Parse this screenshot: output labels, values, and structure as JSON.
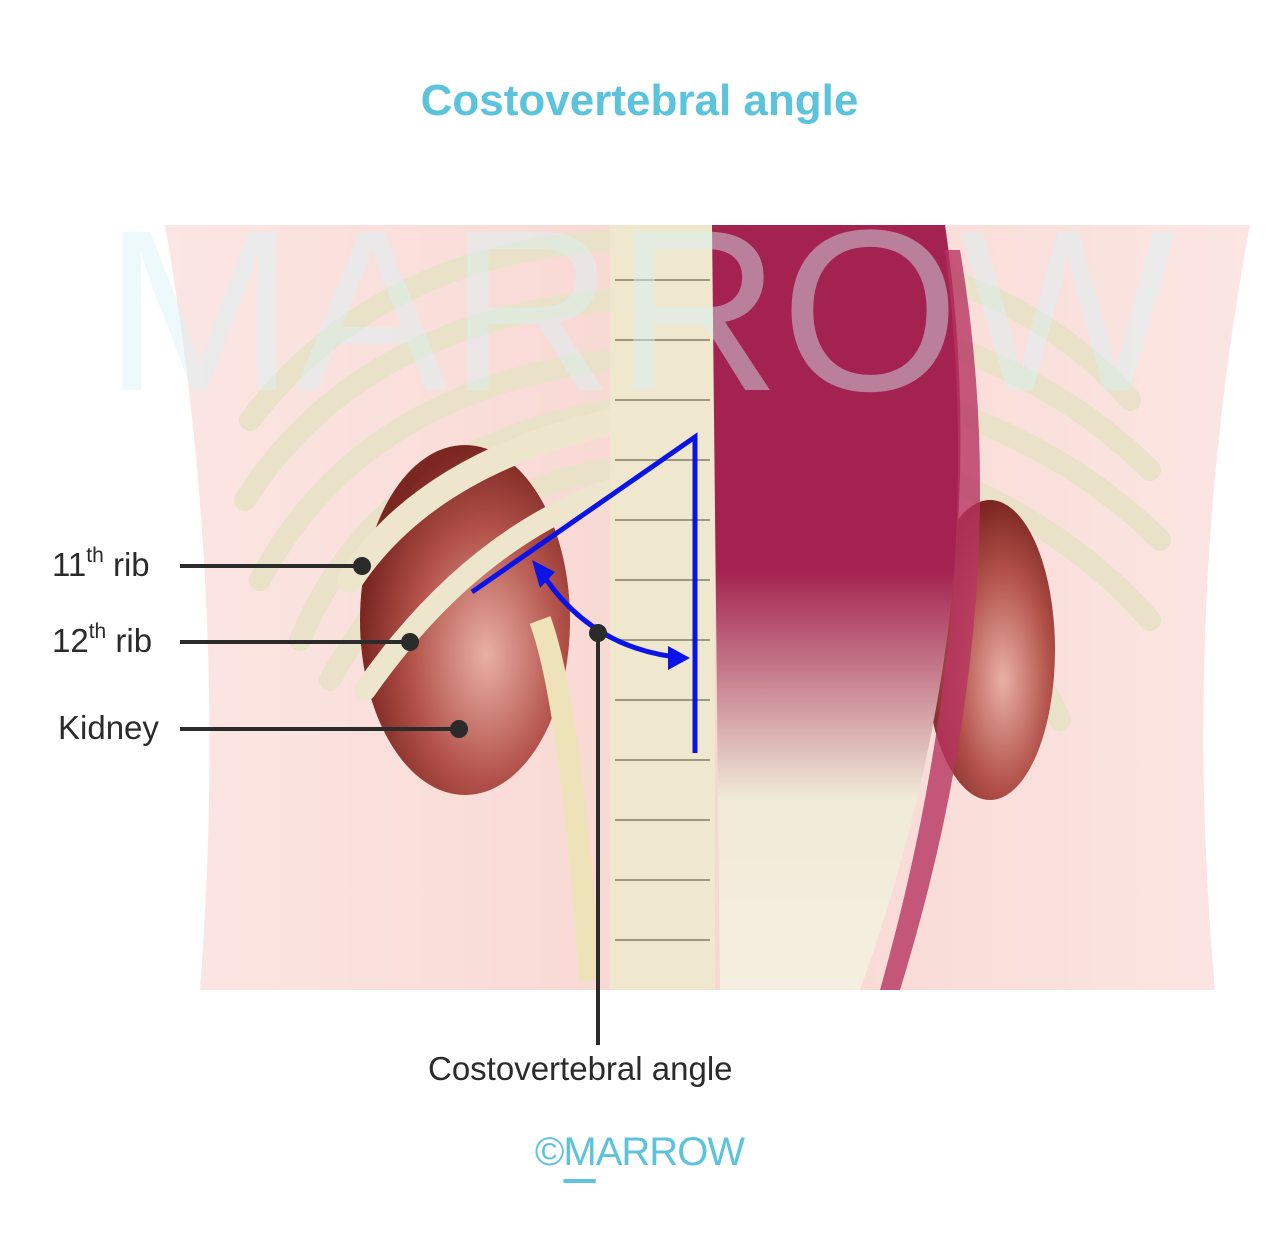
{
  "title": "Costovertebral angle",
  "labels": {
    "rib11_num": "11",
    "rib11_sup": "th",
    "rib11_word": " rib",
    "rib12_num": "12",
    "rib12_sup": "th",
    "rib12_word": " rib",
    "kidney": "Kidney",
    "cva": "Costovertebral angle"
  },
  "logo": {
    "copyright": "©",
    "m": "M",
    "rest": "ARROW"
  },
  "watermark": "MARROW",
  "colors": {
    "title": "#5bc4dc",
    "angle_lines": "#0a14e6",
    "leader": "#2b2b2b",
    "kidney": "#9b3a3a",
    "muscle": "#a3224f",
    "bone": "#efe8cf"
  }
}
